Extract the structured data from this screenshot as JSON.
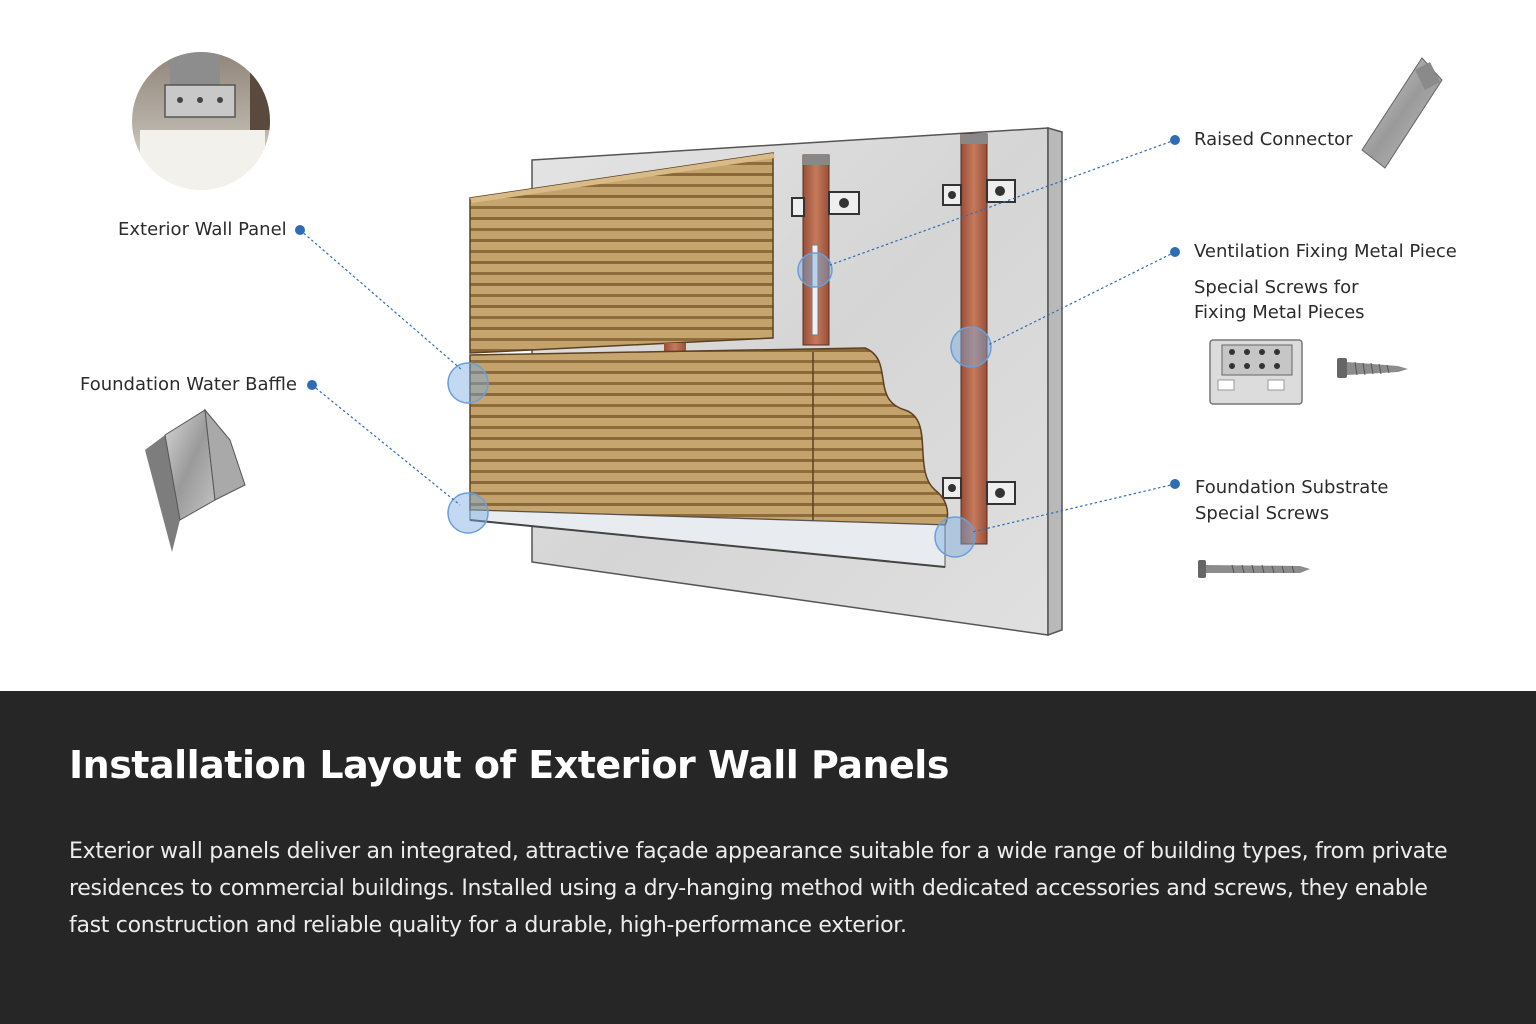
{
  "callouts": {
    "exterior_wall_panel": "Exterior Wall Panel",
    "foundation_water_baffle": "Foundation Water Baffle",
    "raised_connector": "Raised Connector",
    "ventilation_fixing_metal_piece": "Ventilation Fixing Metal Piece",
    "special_screws_line1": "Special Screws for",
    "special_screws_line2": "Fixing Metal Pieces",
    "foundation_screws_line1": "Foundation Substrate",
    "foundation_screws_line2": "Special Screws"
  },
  "panel": {
    "title": "Installation Layout of Exterior Wall Panels",
    "description": "Exterior wall panels deliver an integrated, attractive façade appearance suitable for a wide range of building types, from private residences to commercial buildings. Installed using a dry-hanging method with dedicated accessories and screws, they enable fast construction and reliable quality for a durable, high-performance exterior."
  },
  "colors": {
    "accent": "#2f6db3",
    "panel_background": "#262626",
    "wood": "#b8955c",
    "copper_batten": "#b5644a",
    "concrete": "#dcdcdc"
  }
}
